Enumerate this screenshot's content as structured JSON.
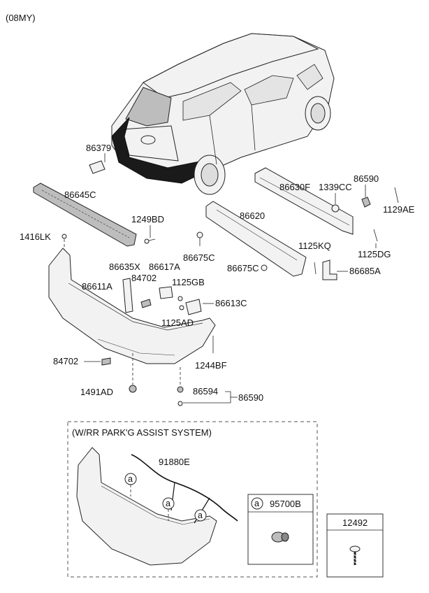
{
  "model_year": "(08MY)",
  "parts": {
    "p86379": "86379",
    "p86645C": "86645C",
    "p1249BD": "1249BD",
    "p1416LK": "1416LK",
    "p86630F": "86630F",
    "p1339CC": "1339CC",
    "p86590_top": "86590",
    "p1129AE": "1129AE",
    "p86620": "86620",
    "p1125KQ": "1125KQ",
    "p1125DG": "1125DG",
    "p86675C_a": "86675C",
    "p86675C_b": "86675C",
    "p86685A": "86685A",
    "p86635X": "86635X",
    "p86617A": "86617A",
    "p84702_a": "84702",
    "p86611A": "86611A",
    "p1125GB": "1125GB",
    "p86613C": "86613C",
    "p1125AD": "1125AD",
    "p84702_b": "84702",
    "p1244BF": "1244BF",
    "p1491AD": "1491AD",
    "p86594": "86594",
    "p86590_bot": "86590"
  },
  "option_box": {
    "title": "(W/RR PARK'G ASSIST SYSTEM)",
    "harness": "91880E",
    "callout_letter": "a",
    "sensor_code": "95700B",
    "screw_code": "12492"
  }
}
